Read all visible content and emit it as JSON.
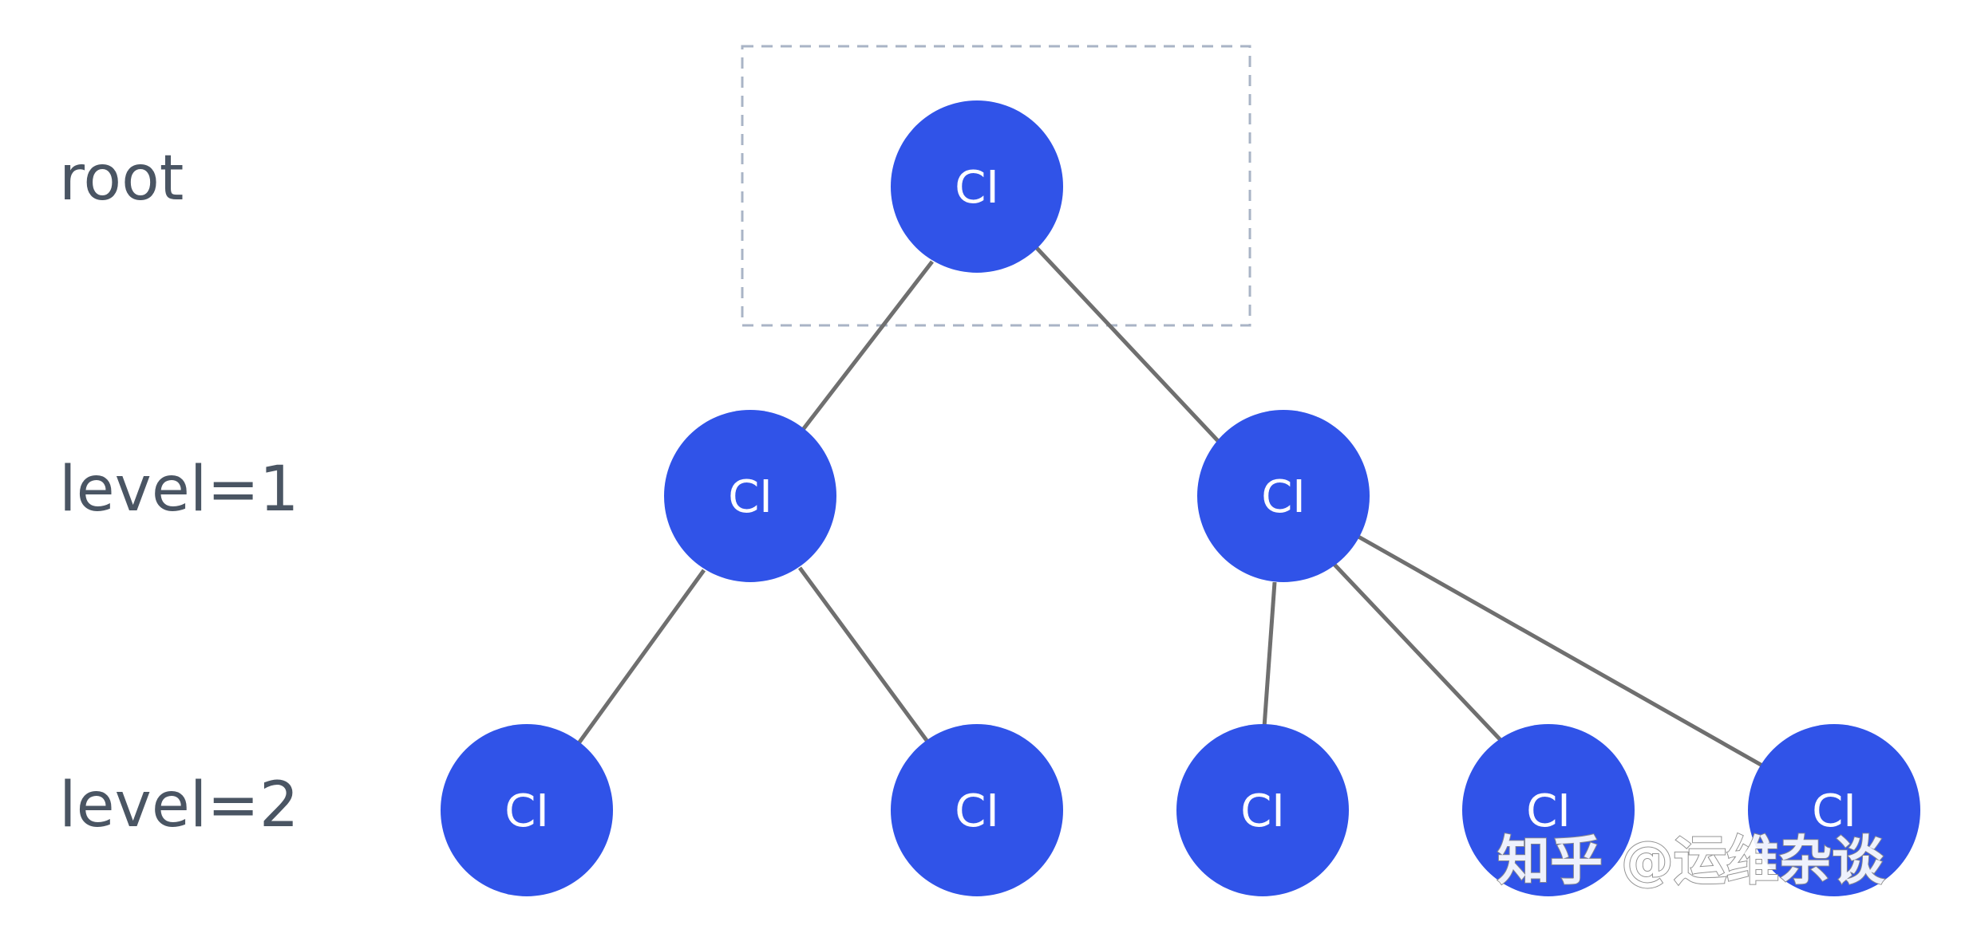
{
  "levels": {
    "root": "root",
    "level1": "level=1",
    "level2": "level=2"
  },
  "node_label": "CI",
  "tree": {
    "root": {
      "label": "CI",
      "children": [
        "l1a",
        "l1b"
      ]
    },
    "l1a": {
      "label": "CI",
      "children": [
        "l2a",
        "l2b"
      ]
    },
    "l1b": {
      "label": "CI",
      "children": [
        "l2c",
        "l2d",
        "l2e"
      ]
    },
    "l2a": {
      "label": "CI",
      "children": []
    },
    "l2b": {
      "label": "CI",
      "children": []
    },
    "l2c": {
      "label": "CI",
      "children": []
    },
    "l2d": {
      "label": "CI",
      "children": []
    },
    "l2e": {
      "label": "CI",
      "children": []
    }
  },
  "watermark": "知乎 @运维杂谈",
  "colors": {
    "node": "#3053e8",
    "edge": "#6f6f6f",
    "label": "#4a5563",
    "highlight_box": "#a9b4c6"
  }
}
